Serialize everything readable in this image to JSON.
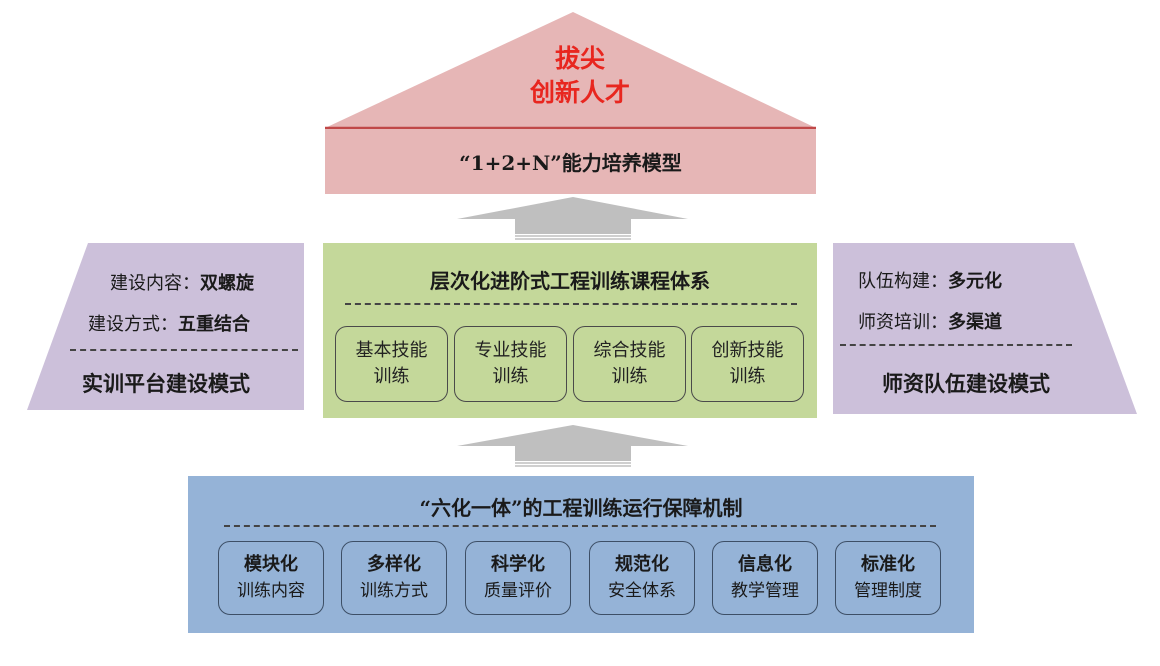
{
  "top": {
    "roof_line1": "拔尖",
    "roof_line2": "创新人才",
    "model": "“1+2+N”能力培养模型",
    "colors": {
      "roof": "#e6b6b6",
      "roof_text": "#e8261f",
      "roof_base_line": "#c04848"
    }
  },
  "course": {
    "title": "层次化进阶式工程训练课程体系",
    "color": "#c4d89a",
    "skills": [
      {
        "line1": "基本技能",
        "line2": "训练"
      },
      {
        "line1": "专业技能",
        "line2": "训练"
      },
      {
        "line1": "综合技能",
        "line2": "训练"
      },
      {
        "line1": "创新技能",
        "line2": "训练"
      }
    ]
  },
  "left_panel": {
    "row1_label": "建设内容：",
    "row1_value": "双螺旋",
    "row2_label": "建设方式：",
    "row2_value": "五重结合",
    "title": "实训平台建设模式",
    "color": "#ccc0da"
  },
  "right_panel": {
    "row1_label": "队伍构建：",
    "row1_value": "多元化",
    "row2_label": "师资培训：",
    "row2_value": "多渠道",
    "title": "师资队伍建设模式",
    "color": "#ccc0da"
  },
  "guarantee": {
    "title": "“六化一体”的工程训练运行保障机制",
    "color": "#95b3d7",
    "items": [
      {
        "title": "模块化",
        "sub": "训练内容"
      },
      {
        "title": "多样化",
        "sub": "训练方式"
      },
      {
        "title": "科学化",
        "sub": "质量评价"
      },
      {
        "title": "规范化",
        "sub": "安全体系"
      },
      {
        "title": "信息化",
        "sub": "教学管理"
      },
      {
        "title": "标准化",
        "sub": "管理制度"
      }
    ]
  },
  "arrow_color": "#bfbfbf"
}
